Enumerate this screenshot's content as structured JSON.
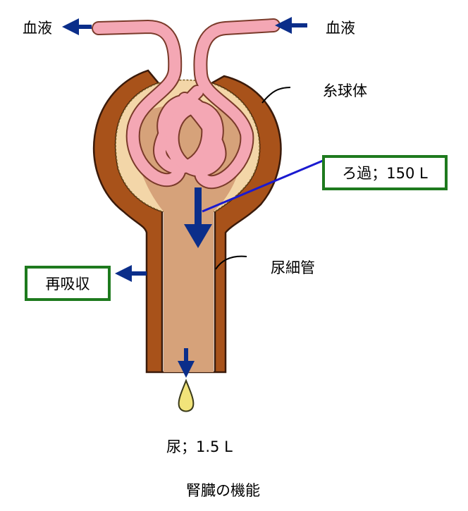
{
  "labels": {
    "blood_out": "血液",
    "blood_in": "血液",
    "glomerulus": "糸球体",
    "filtration": "ろ過；150 L",
    "tubule": "尿細管",
    "reabsorption": "再吸収",
    "urine": "尿；1.5 L",
    "caption": "腎臓の機能"
  },
  "colors": {
    "capsule": "#a8521a",
    "capsule_inner": "#f3d6a8",
    "lumen": "#d6a27a",
    "vessel": "#f4a7b4",
    "vessel_stroke": "#7a3a2a",
    "arrow": "#0b2e8a",
    "pointer": "#1a1ad0",
    "box_border": "#1e7a1e",
    "urine_drop": "#f2e47a"
  }
}
